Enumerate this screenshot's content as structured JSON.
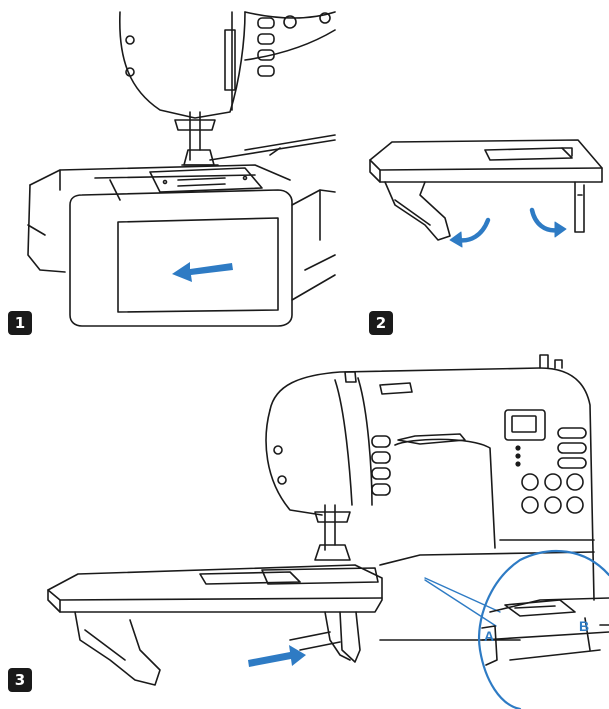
{
  "steps": [
    {
      "number": "1"
    },
    {
      "number": "2"
    },
    {
      "number": "3"
    }
  ],
  "callouts": {
    "a": "A",
    "b": "B"
  },
  "colors": {
    "line": "#1a1a1a",
    "arrow": "#2e7bc4",
    "callout_text": "#2e7bc4",
    "badge_bg": "#1a1a1a",
    "badge_text": "#ffffff"
  }
}
